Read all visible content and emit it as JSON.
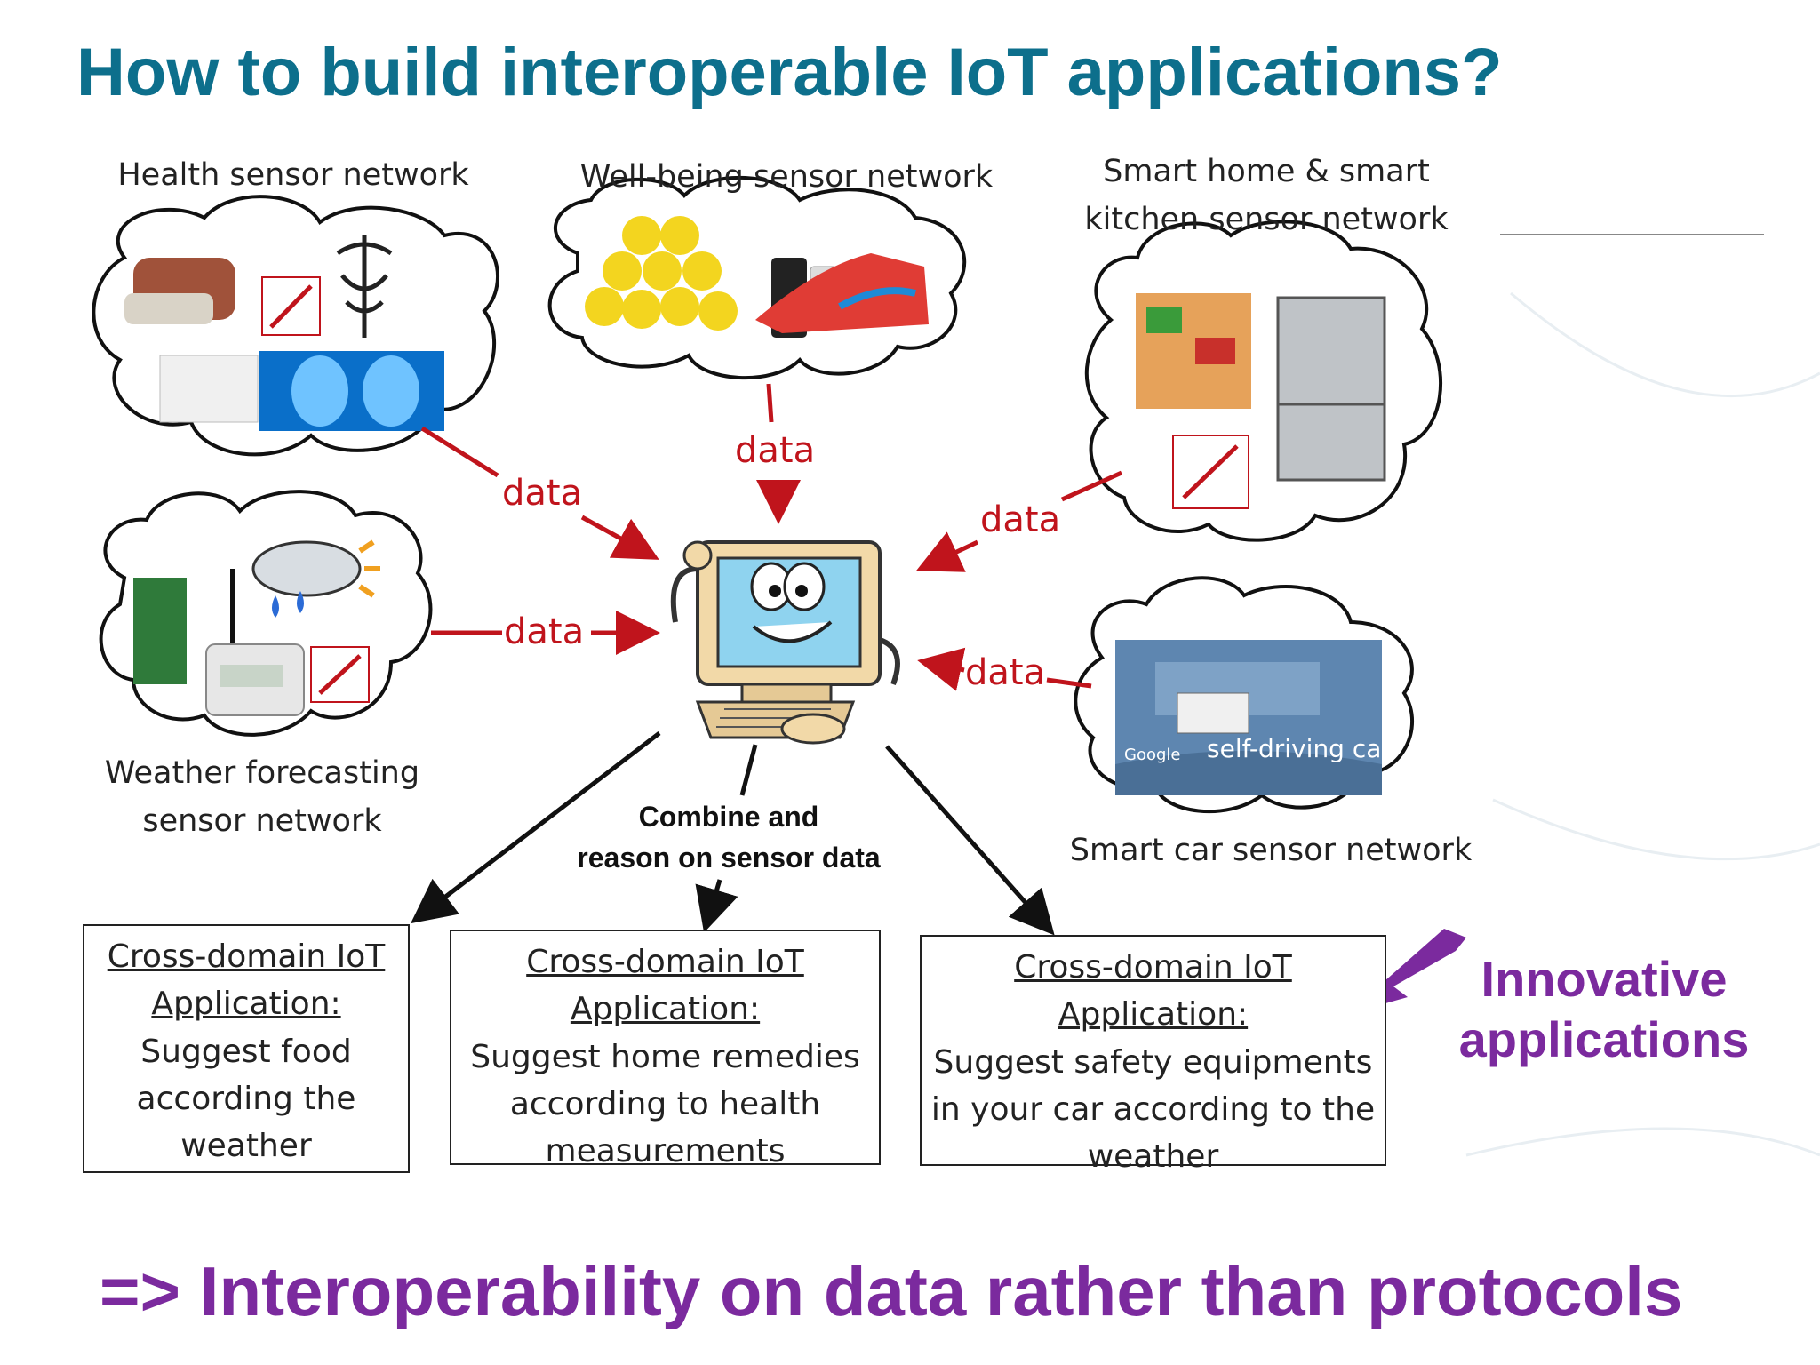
{
  "slide": {
    "title": "How to build interoperable IoT applications?",
    "footer": "=> Interoperability on data rather than protocols"
  },
  "networks": {
    "health": "Health sensor network",
    "wellbeing": "Well-being sensor network",
    "smarthome_line1": "Smart home & smart",
    "smarthome_line2": "kitchen  sensor network",
    "weather_line1": "Weather forecasting",
    "weather_line2": "sensor network",
    "car": "Smart car sensor network",
    "car_sign": "self-driving car",
    "car_logo": "Google"
  },
  "data_label": "data",
  "center": {
    "line1": "Combine and",
    "line2": "reason on sensor data"
  },
  "apps": [
    {
      "heading1": "Cross-domain IoT",
      "heading2": "Application:",
      "lines": [
        "Suggest food",
        "according the",
        "weather"
      ]
    },
    {
      "heading1": "Cross-domain IoT",
      "heading2": "Application:",
      "lines": [
        "Suggest home remedies",
        "according to health",
        "measurements"
      ]
    },
    {
      "heading1": "Cross-domain IoT",
      "heading2": "Application:",
      "lines": [
        "Suggest safety equipments",
        "in your car according to the",
        "weather"
      ]
    }
  ],
  "innovative": {
    "line1": "Innovative",
    "line2": "applications"
  },
  "colors": {
    "title": "#0d6f8c",
    "data_arrow": "#c0141c",
    "accent_purple": "#7b2a9e"
  }
}
